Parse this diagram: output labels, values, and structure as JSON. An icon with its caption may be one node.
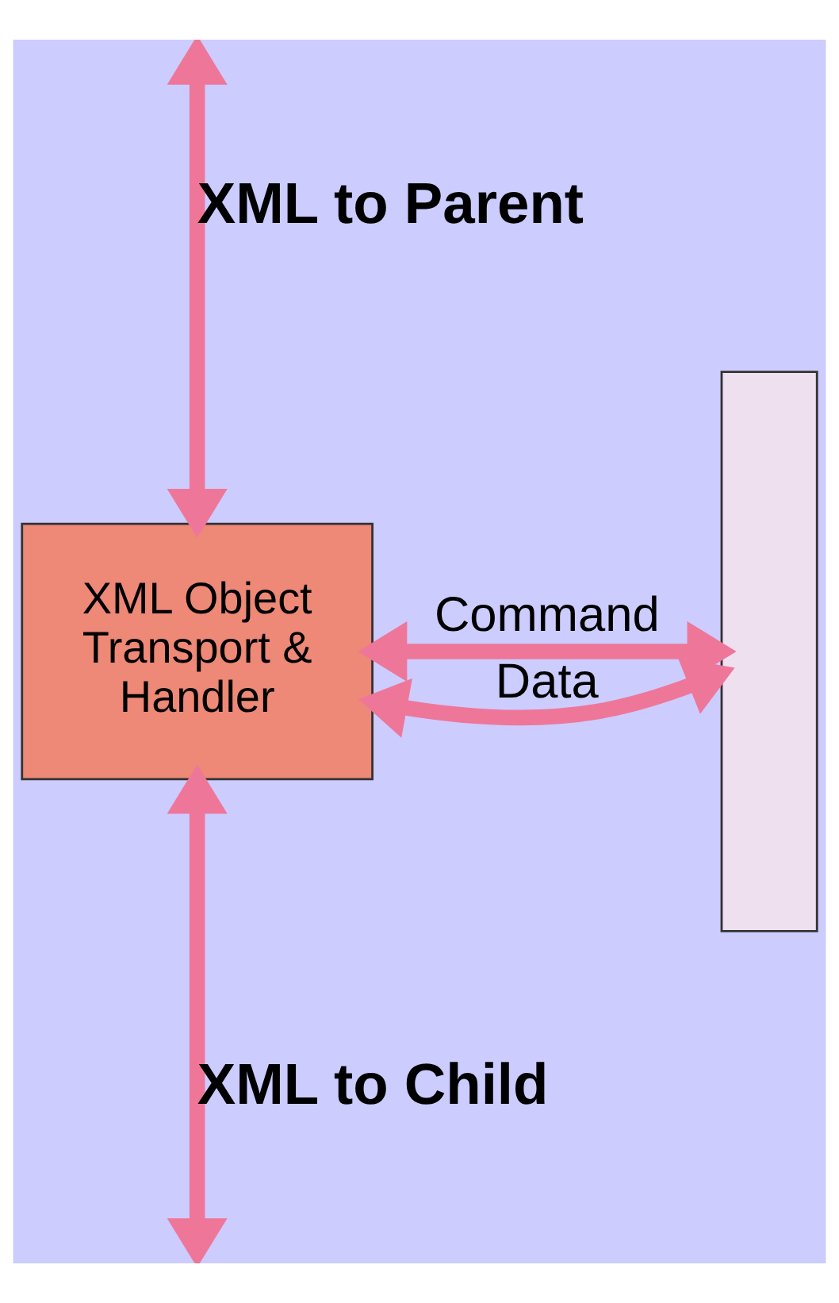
{
  "diagram": {
    "nodes": [
      {
        "text": [
          "XML Object Transport & Handler"
        ]
      },
      {
        "text": [],
        "shape": "box"
      }
    ],
    "edges": [
      {
        "from": null,
        "to": 0,
        "arrow": "both",
        "label": "XML to Parent"
      },
      {
        "from": 0,
        "to": 1,
        "arrow": "both",
        "label": "Command"
      },
      {
        "from": 0,
        "to": 1,
        "arrow": "both",
        "label": "Data"
      },
      {
        "from": 0,
        "to": null,
        "arrow": "both",
        "label": "XML to Child"
      }
    ]
  }
}
